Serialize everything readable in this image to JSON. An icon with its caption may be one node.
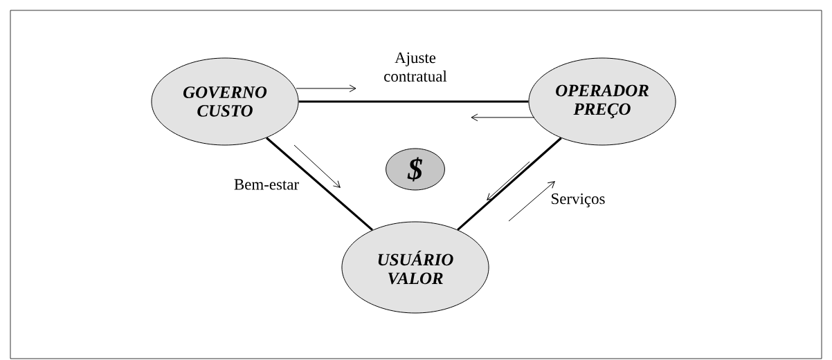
{
  "diagram": {
    "nodes": [
      {
        "text": [
          "GOVERNO CUSTO"
        ]
      },
      {
        "text": [
          "OPERADOR PREÇO"
        ]
      },
      {
        "text": [
          "$"
        ]
      },
      {
        "text": [
          "USUÁRIO VALOR"
        ]
      }
    ],
    "edges": [
      {
        "from": 0,
        "to": 1,
        "arrow": "none",
        "label": "Ajuste contratual"
      },
      {
        "from": 0,
        "to": 3,
        "arrow": "none",
        "label": "Bem-estar"
      },
      {
        "from": 1,
        "to": 3,
        "arrow": "none",
        "label": "Serviços"
      }
    ]
  }
}
